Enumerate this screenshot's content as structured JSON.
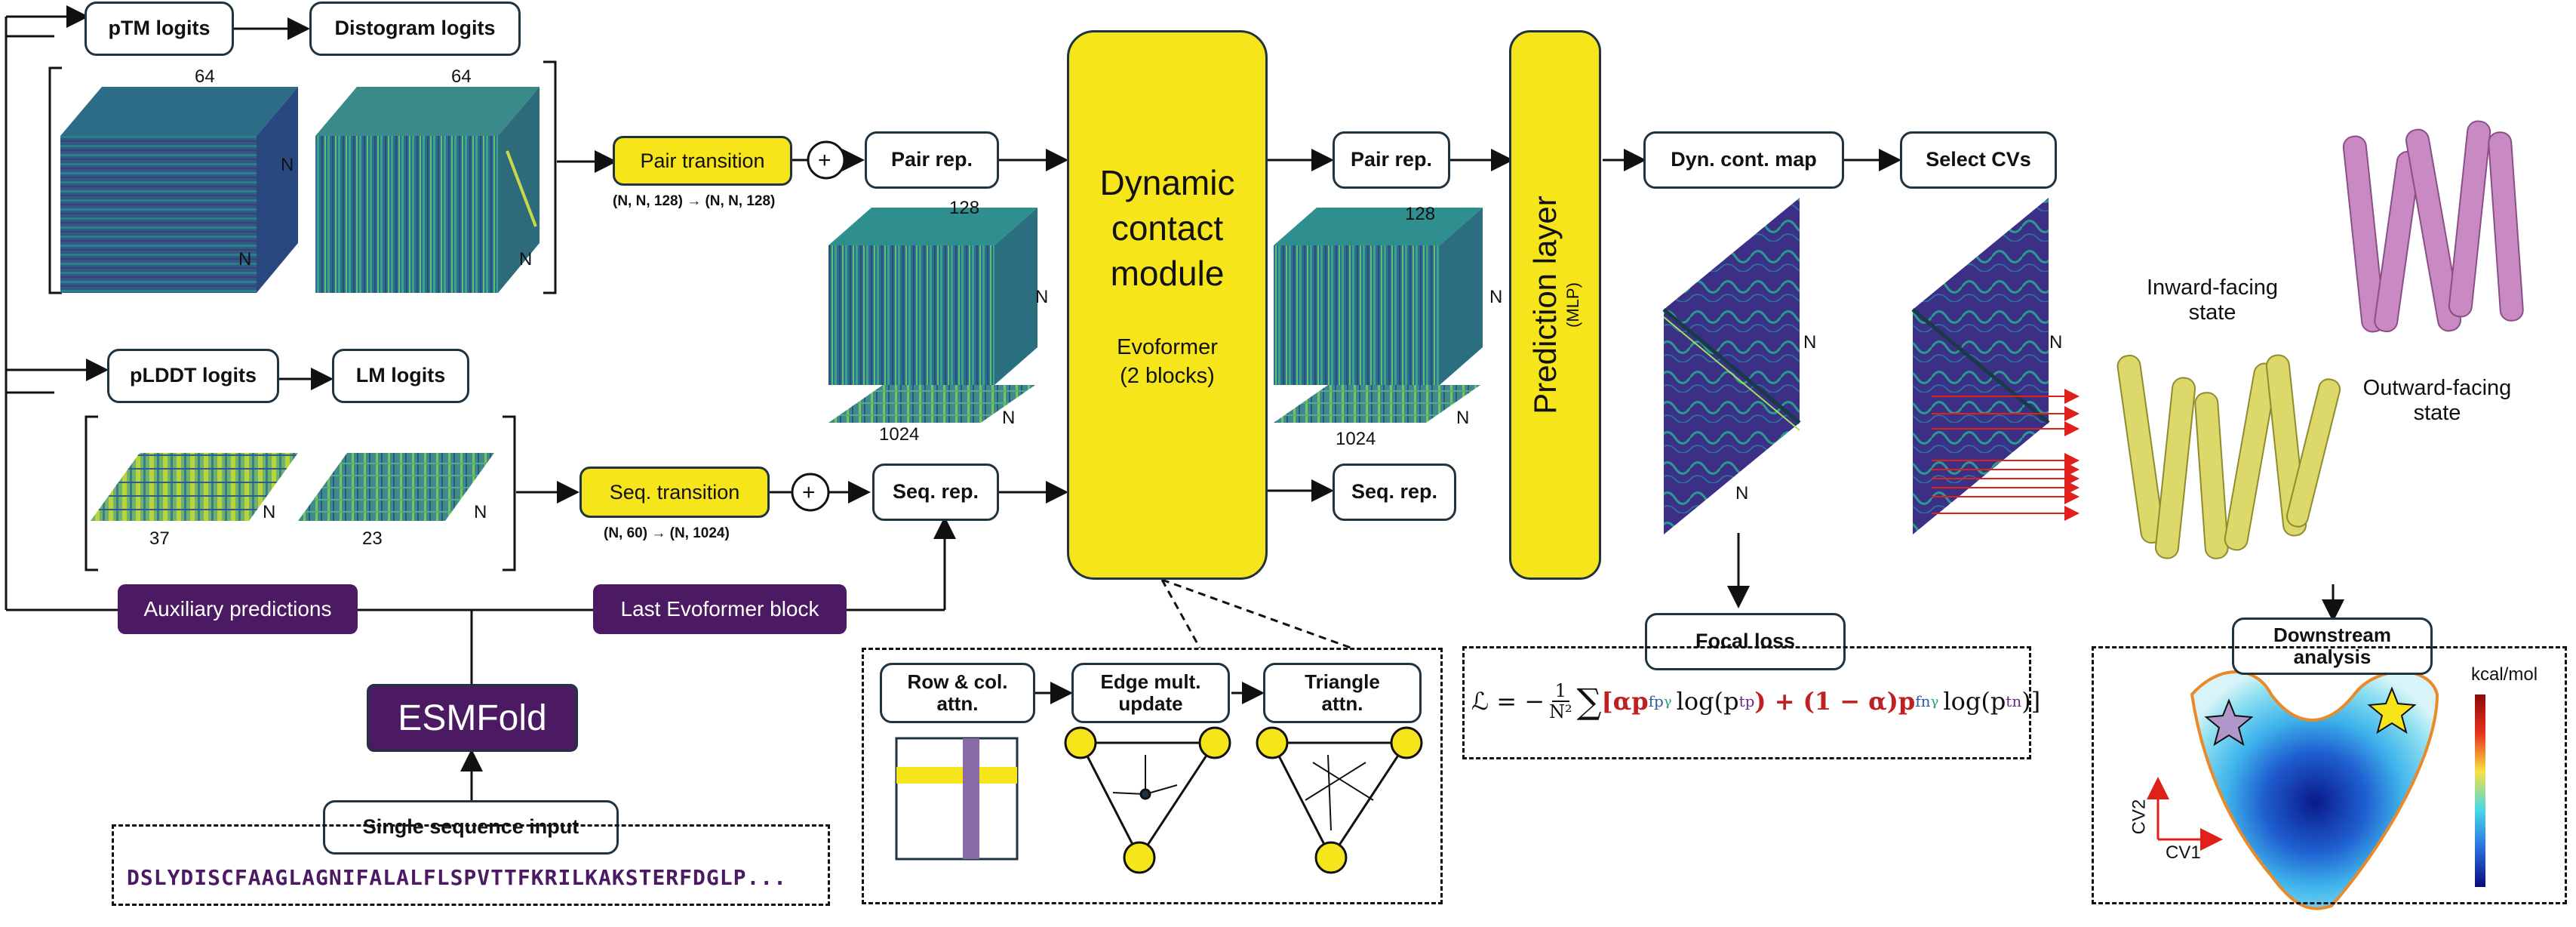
{
  "left": {
    "ptm_logits": "pTM logits",
    "distogram_logits": "Distogram logits",
    "cube1_top": "64",
    "cube1_side": "N",
    "cube1_bottom": "N",
    "cube2_top": "64",
    "cube2_side": "N",
    "plddt_logits": "pLDDT logits",
    "lm_logits": "LM logits",
    "sheet1_dim": "37",
    "sheet1_n": "N",
    "sheet2_dim": "23",
    "sheet2_n": "N",
    "auxiliary": "Auxiliary predictions",
    "last_evoformer": "Last Evoformer block",
    "esmfold": "ESMFold",
    "input_label": "Single sequence input",
    "sequence": "DSLYDISCFAAGLAGNIFALALFLSPVTTFKRILKAKSTERFDGLP..."
  },
  "middle": {
    "pair_transition": "Pair transition",
    "pair_transition_dims": "(N, N, 128) → (N, N, 128)",
    "plus": "+",
    "pair_rep": "Pair rep.",
    "seq_transition": "Seq. transition",
    "seq_transition_dims": "(N, 60) → (N, 1024)",
    "seq_rep": "Seq. rep.",
    "cube_top": "128",
    "cube_side": "N",
    "sheet_dim": "1024",
    "sheet_n": "N"
  },
  "module": {
    "title_line1": "Dynamic",
    "title_line2": "contact",
    "title_line3": "module",
    "sub_line1": "Evoformer",
    "sub_line2": "(2 blocks)",
    "row_col": "Row & col. attn.",
    "edge_mult": "Edge mult. update",
    "triangle": "Triangle attn."
  },
  "right": {
    "pair_rep": "Pair rep.",
    "seq_rep": "Seq. rep.",
    "cube_top": "128",
    "cube_side": "N",
    "sheet_dim": "1024",
    "sheet_n": "N",
    "prediction_layer": "Prediction layer",
    "mlp": "(MLP)",
    "dyn_map": "Dyn. cont. map",
    "select_cvs": "Select CVs",
    "map_n_side": "N",
    "map_n_bottom": "N",
    "cv_map_n": "N",
    "focal_loss": "Focal loss",
    "formula_prefix": "ℒ = −",
    "formula_frac_num": "1",
    "formula_frac_den": "N²",
    "formula_sum": "∑",
    "formula_body1": "[αp",
    "formula_body2": "log(p",
    "formula_body3": ") + (1 − α)p",
    "formula_body4": "log(p",
    "formula_body5": ")]",
    "sub_fp": "fp",
    "sub_tp": "tp",
    "sub_fn": "fn",
    "sub_tn": "tn",
    "sup_gamma": "γ",
    "inward": "Inward-facing state",
    "outward": "Outward-facing state",
    "downstream": "Downstream analysis",
    "kcal": "kcal/mol",
    "cv1": "CV1",
    "cv2": "CV2"
  },
  "colors": {
    "yellow": "#f6e51b",
    "purple": "#4b1a63",
    "box_border": "#1f3340",
    "arrow_red": "#e0201b",
    "protein_yellow": "#dcd86a",
    "protein_pink": "#c98ac4"
  }
}
